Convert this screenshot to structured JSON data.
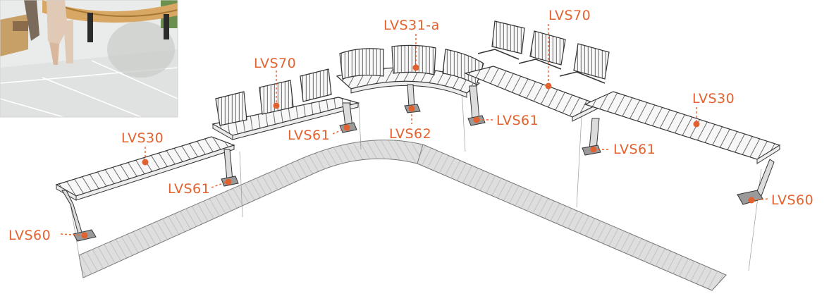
{
  "colors": {
    "accent": "#e2622f",
    "line": "#555555",
    "ground": "#dcdcdc",
    "seat": "#f4f4f4"
  },
  "labels": {
    "lvs60_left": "LVS60",
    "lvs30_left": "LVS30",
    "lvs61_left": "LVS61",
    "lvs70_left": "LVS70",
    "lvs61_center_left": "LVS61",
    "lvs31a": "LVS31-a",
    "lvs62": "LVS62",
    "lvs70_right": "LVS70",
    "lvs61_center_right": "LVS61",
    "lvs61_right": "LVS61",
    "lvs30_right": "LVS30",
    "lvs60_right": "LVS60"
  },
  "photo": {
    "description_icon": "photo-thumbnail"
  }
}
